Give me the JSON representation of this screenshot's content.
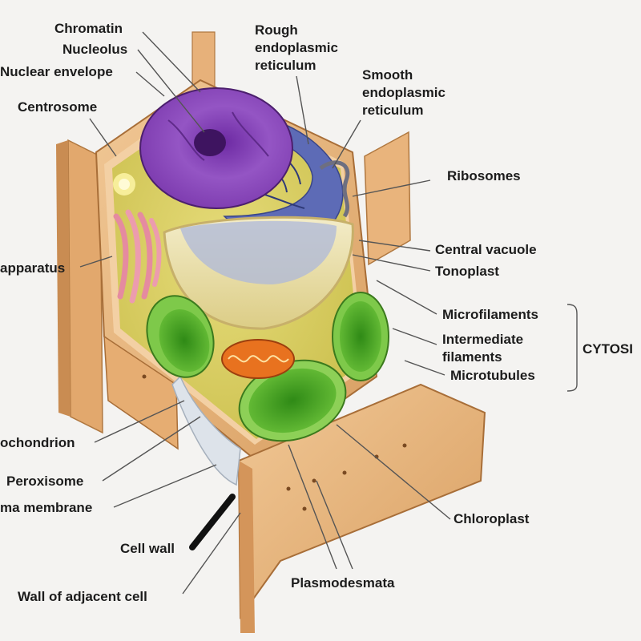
{
  "labels": {
    "chromatin": "Chromatin",
    "nucleolus": "Nucleolus",
    "nuclear_envelope": "Nuclear envelope",
    "centrosome": "Centrosome",
    "golgi": "apparatus",
    "mitochondrion": "ochondrion",
    "peroxisome": "Peroxisome",
    "plasma_membrane": "ma membrane",
    "cell_wall": "Cell wall",
    "wall_adjacent": "Wall of adjacent cell",
    "rough_er": [
      "Rough",
      "endoplasmic",
      "reticulum"
    ],
    "smooth_er": [
      "Smooth",
      "endoplasmic",
      "reticulum"
    ],
    "ribosomes": "Ribosomes",
    "central_vacuole": "Central vacuole",
    "tonoplast": "Tonoplast",
    "microfilaments": "Microfilaments",
    "intermediate_filaments": [
      "Intermediate",
      "filaments"
    ],
    "microtubules": "Microtubules",
    "cytoskeleton": "CYTOSI",
    "chloroplast": "Chloroplast",
    "plasmodesmata": "Plasmodesmata"
  },
  "colors": {
    "background": "#f4f3f1",
    "cell_wall": "#e8b47d",
    "cytoplasm": "#d9cf62",
    "nucleus": "#8a45b8",
    "vacuole": "#eadfa8",
    "chloroplast": "#55b02b",
    "mitochondrion": "#e46a24",
    "golgi": "#e996a6"
  }
}
